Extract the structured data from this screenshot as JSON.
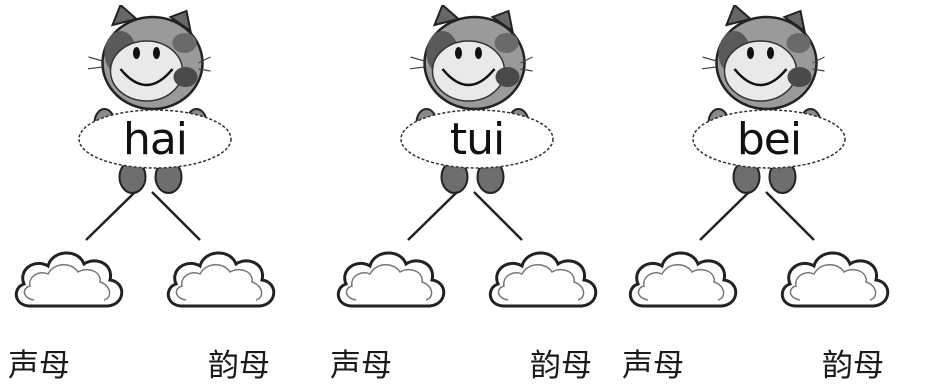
{
  "groups": [
    {
      "syllable": "hai",
      "left_label": "声母",
      "right_label": "韵母"
    },
    {
      "syllable": "tui",
      "left_label": "声母",
      "right_label": "韵母"
    },
    {
      "syllable": "bei",
      "left_label": "声母",
      "right_label": "韵母"
    }
  ]
}
